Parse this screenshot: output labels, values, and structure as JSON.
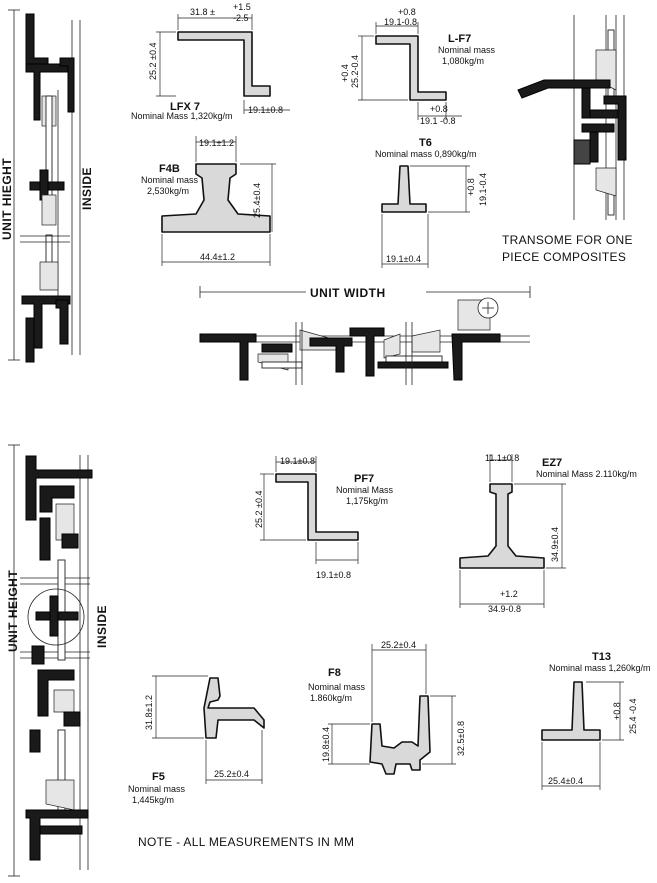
{
  "profiles": {
    "lfx7": {
      "name": "LFX 7",
      "mass": "Nominal Mass 1,320kg/m",
      "top_width": "31.8 ±",
      "top_tol_plus": "+1.5",
      "top_tol_minus": "-2.5",
      "height": "25.2 ±0.4",
      "bottom_width": "19.1±0.8"
    },
    "lf7": {
      "name": "L-F7",
      "mass_line1": "Nominal mass",
      "mass_line2": "1,080kg/m",
      "top_tol_plus": "+0.8",
      "top_width": "19.1-0.8",
      "height_plus": "+0.4",
      "height": "25.2-0.4",
      "bottom_tol_plus": "+0.8",
      "bottom_width": "19.1 -0.8"
    },
    "f4b": {
      "name": "F4B",
      "mass_line1": "Nominal mass",
      "mass_line2": "2,530kg/m",
      "top_width": "19.1±1.2",
      "height": "25.4±0.4",
      "bottom_width": "44.4±1.2"
    },
    "t6": {
      "name": "T6",
      "mass": "Nominal mass 0,890kg/m",
      "height_plus": "+0.8",
      "height": "19.1-0.4",
      "width": "19.1±0.4"
    },
    "pf7": {
      "name": "PF7",
      "mass_line1": "Nominal Mass",
      "mass_line2": "1,175kg/m",
      "top_width": "19.1±0.8",
      "height": "25.2 ±0.4",
      "bottom_width": "19.1±0.8"
    },
    "ez7": {
      "name": "EZ7",
      "mass": "Nominal Mass 2.110kg/m",
      "top_width": "11.1±0.8",
      "height": "34.9±0.4",
      "bottom_tol_plus": "+1.2",
      "bottom_width": "34.9-0.8"
    },
    "f5": {
      "name": "F5",
      "mass_line1": "Nominal mass",
      "mass_line2": "1,445kg/m",
      "height": "31.8±1.2",
      "width": "25.2±0.4"
    },
    "f8": {
      "name": "F8",
      "mass_line1": "Nominal mass",
      "mass_line2": "1.860kg/m",
      "top_width": "25.2±0.4",
      "left_height": "19.8±0.4",
      "right_height": "32.5±0.8"
    },
    "t13": {
      "name": "T13",
      "mass": "Nominal mass 1,260kg/m",
      "height_plus": "+0.8",
      "height": "25.4 -0.4",
      "width": "25.4±0.4"
    }
  },
  "labels": {
    "unit_height_top": "UNIT HIEGHT",
    "inside_top": "INSIDE",
    "unit_width": "UNIT WIDTH",
    "transome_line1": "TRANSOME FOR ONE",
    "transome_line2": "PIECE COMPOSITES",
    "unit_height_bottom": "UNIT HEIGHT",
    "inside_bottom": "INSIDE",
    "note": "NOTE - ALL MEASUREMENTS IN MM"
  }
}
